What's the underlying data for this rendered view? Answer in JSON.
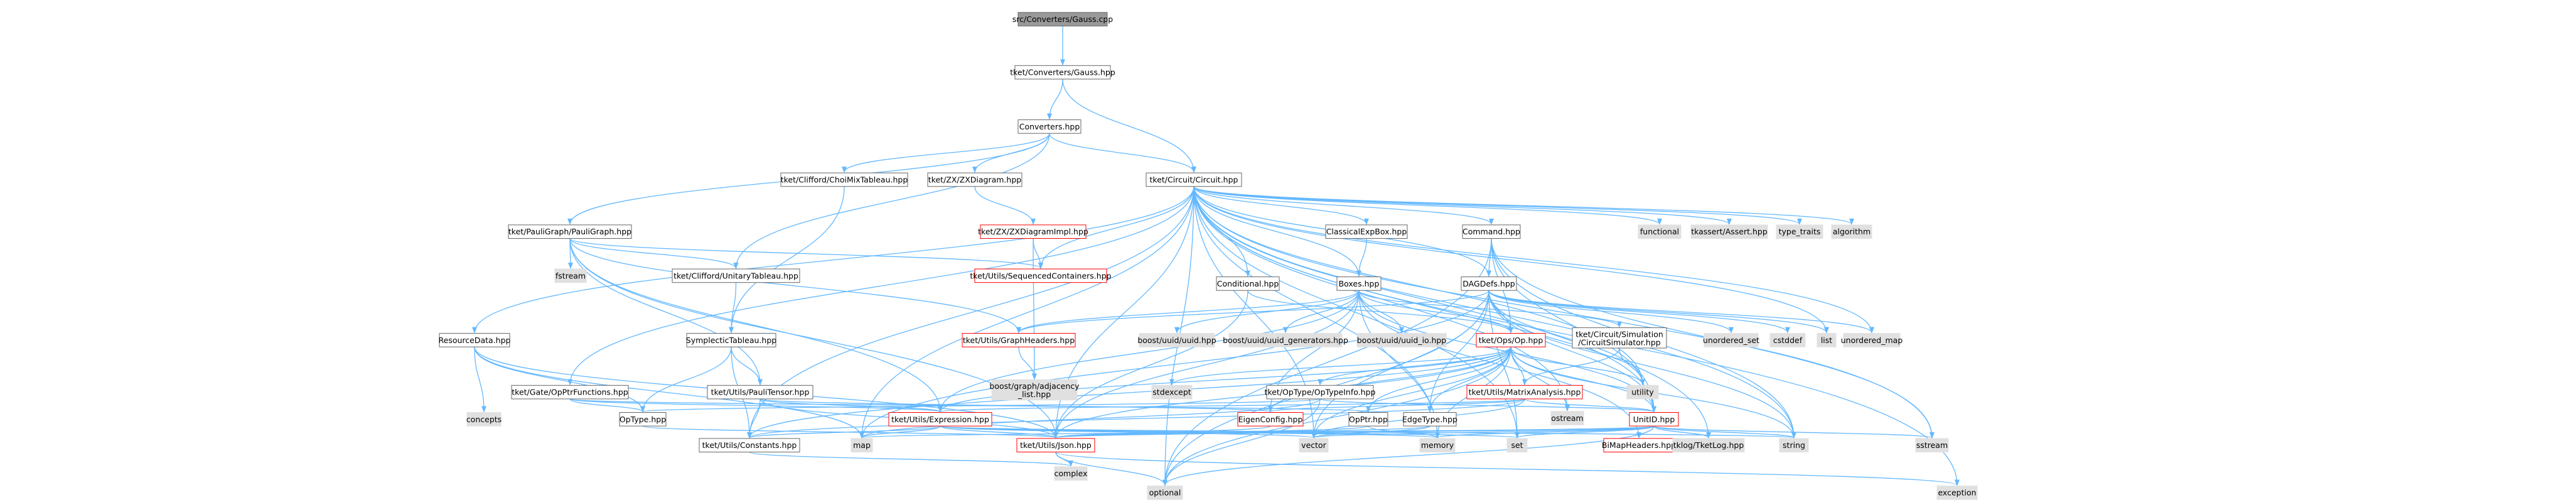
{
  "title": "src/Converters/Gauss.cpp",
  "colors": {
    "edge": "#63b8ff",
    "node_border": "#666666",
    "node_fill": "#ffffff",
    "root_fill": "#999999",
    "system_fill": "#e0e0e0",
    "red_border": "#ff0000",
    "text": "#000000"
  },
  "nodes": [
    {
      "id": "gauss_cpp",
      "label": "src/Converters/Gauss.cpp",
      "kind": "root"
    },
    {
      "id": "gauss_hpp",
      "label": "tket/Converters/Gauss.hpp",
      "kind": "normal"
    },
    {
      "id": "converters_hpp",
      "label": "Converters.hpp",
      "kind": "normal"
    },
    {
      "id": "circuit_hpp",
      "label": "tket/Circuit/Circuit.hpp",
      "kind": "normal"
    },
    {
      "id": "choimix",
      "label": "tket/Clifford/ChoiMixTableau.hpp",
      "kind": "normal"
    },
    {
      "id": "zxdiagram",
      "label": "tket/ZX/ZXDiagram.hpp",
      "kind": "normal"
    },
    {
      "id": "paulgraph",
      "label": "tket/PauliGraph/PauliGraph.hpp",
      "kind": "normal"
    },
    {
      "id": "zximpl",
      "label": "tket/ZX/ZXDiagramImpl.hpp",
      "kind": "red"
    },
    {
      "id": "seqcont",
      "label": "tket/Utils/SequencedContainers.hpp",
      "kind": "red"
    },
    {
      "id": "unitarytab",
      "label": "tket/Clifford/UnitaryTableau.hpp",
      "kind": "normal"
    },
    {
      "id": "fstream",
      "label": "fstream",
      "kind": "system"
    },
    {
      "id": "classicalexp",
      "label": "ClassicalExpBox.hpp",
      "kind": "normal"
    },
    {
      "id": "command",
      "label": "Command.hpp",
      "kind": "normal"
    },
    {
      "id": "functional",
      "label": "functional",
      "kind": "system"
    },
    {
      "id": "tkassert",
      "label": "tkassert/Assert.hpp",
      "kind": "system"
    },
    {
      "id": "type_traits",
      "label": "type_traits",
      "kind": "system"
    },
    {
      "id": "algorithm",
      "label": "algorithm",
      "kind": "system"
    },
    {
      "id": "boxes",
      "label": "Boxes.hpp",
      "kind": "normal"
    },
    {
      "id": "conditional",
      "label": "Conditional.hpp",
      "kind": "normal"
    },
    {
      "id": "dagdefs",
      "label": "DAGDefs.hpp",
      "kind": "normal"
    },
    {
      "id": "symplectic",
      "label": "SymplecticTableau.hpp",
      "kind": "normal"
    },
    {
      "id": "graphheaders",
      "label": "tket/Utils/GraphHeaders.hpp",
      "kind": "red"
    },
    {
      "id": "uuid",
      "label": "boost/uuid/uuid.hpp",
      "kind": "system"
    },
    {
      "id": "uuid_gen",
      "label": "boost/uuid/uuid_generators.hpp",
      "kind": "system"
    },
    {
      "id": "uuid_io",
      "label": "boost/uuid/uuid_io.hpp",
      "kind": "system"
    },
    {
      "id": "op_hpp",
      "label": "tket/Ops/Op.hpp",
      "kind": "red"
    },
    {
      "id": "circsim",
      "label": "tket/Circuit/Simulation\n/CircuitSimulator.hpp",
      "kind": "normal"
    },
    {
      "id": "unordered_set",
      "label": "unordered_set",
      "kind": "system"
    },
    {
      "id": "cstddef",
      "label": "cstddef",
      "kind": "system"
    },
    {
      "id": "list",
      "label": "list",
      "kind": "system"
    },
    {
      "id": "unordered_map",
      "label": "unordered_map",
      "kind": "system"
    },
    {
      "id": "resourcedata",
      "label": "ResourceData.hpp",
      "kind": "normal"
    },
    {
      "id": "opptrfuncs",
      "label": "tket/Gate/OpPtrFunctions.hpp",
      "kind": "normal"
    },
    {
      "id": "paulitensor",
      "label": "tket/Utils/PauliTensor.hpp",
      "kind": "normal"
    },
    {
      "id": "adjlist",
      "label": "boost/graph/adjacency\n_list.hpp",
      "kind": "system"
    },
    {
      "id": "stdexcept",
      "label": "stdexcept",
      "kind": "system"
    },
    {
      "id": "optypeinfo",
      "label": "tket/OpType/OpTypeInfo.hpp",
      "kind": "normal"
    },
    {
      "id": "matrixanalysis",
      "label": "tket/Utils/MatrixAnalysis.hpp",
      "kind": "red"
    },
    {
      "id": "utility",
      "label": "utility",
      "kind": "system"
    },
    {
      "id": "ostream",
      "label": "ostream",
      "kind": "system"
    },
    {
      "id": "concepts",
      "label": "concepts",
      "kind": "system"
    },
    {
      "id": "optype",
      "label": "OpType.hpp",
      "kind": "normal"
    },
    {
      "id": "expression",
      "label": "tket/Utils/Expression.hpp",
      "kind": "red"
    },
    {
      "id": "eigenconfig",
      "label": "EigenConfig.hpp",
      "kind": "red"
    },
    {
      "id": "opptr",
      "label": "OpPtr.hpp",
      "kind": "normal"
    },
    {
      "id": "edgetype",
      "label": "EdgeType.hpp",
      "kind": "normal"
    },
    {
      "id": "unitid",
      "label": "UnitID.hpp",
      "kind": "red"
    },
    {
      "id": "constants",
      "label": "tket/Utils/Constants.hpp",
      "kind": "normal"
    },
    {
      "id": "map",
      "label": "map",
      "kind": "system"
    },
    {
      "id": "json",
      "label": "tket/Utils/Json.hpp",
      "kind": "red"
    },
    {
      "id": "vector",
      "label": "vector",
      "kind": "system"
    },
    {
      "id": "memory",
      "label": "memory",
      "kind": "system"
    },
    {
      "id": "set",
      "label": "set",
      "kind": "system"
    },
    {
      "id": "bimap",
      "label": "BiMapHeaders.hpp",
      "kind": "red"
    },
    {
      "id": "tketlog",
      "label": "tklog/TketLog.hpp",
      "kind": "system"
    },
    {
      "id": "string",
      "label": "string",
      "kind": "system"
    },
    {
      "id": "sstream",
      "label": "sstream",
      "kind": "system"
    },
    {
      "id": "complex",
      "label": "complex",
      "kind": "system"
    },
    {
      "id": "optional",
      "label": "optional",
      "kind": "system"
    },
    {
      "id": "exception",
      "label": "exception",
      "kind": "system"
    }
  ],
  "edges": [
    [
      "gauss_cpp",
      "gauss_hpp"
    ],
    [
      "gauss_hpp",
      "converters_hpp"
    ],
    [
      "gauss_hpp",
      "circuit_hpp"
    ],
    [
      "converters_hpp",
      "circuit_hpp"
    ],
    [
      "converters_hpp",
      "choimix"
    ],
    [
      "converters_hpp",
      "zxdiagram"
    ],
    [
      "converters_hpp",
      "paulgraph"
    ],
    [
      "converters_hpp",
      "unitarytab"
    ],
    [
      "zxdiagram",
      "zximpl"
    ],
    [
      "zximpl",
      "seqcont"
    ],
    [
      "zximpl",
      "adjlist"
    ],
    [
      "choimix",
      "symplectic"
    ],
    [
      "paulgraph",
      "fstream"
    ],
    [
      "paulgraph",
      "unitarytab"
    ],
    [
      "paulgraph",
      "seqcont"
    ],
    [
      "paulgraph",
      "graphheaders"
    ],
    [
      "paulgraph",
      "paulitensor"
    ],
    [
      "paulgraph",
      "expression"
    ],
    [
      "paulgraph",
      "json"
    ],
    [
      "unitarytab",
      "symplectic"
    ],
    [
      "symplectic",
      "paulitensor"
    ],
    [
      "symplectic",
      "optype"
    ],
    [
      "symplectic",
      "constants"
    ],
    [
      "circuit_hpp",
      "classicalexp"
    ],
    [
      "circuit_hpp",
      "command"
    ],
    [
      "circuit_hpp",
      "functional"
    ],
    [
      "circuit_hpp",
      "tkassert"
    ],
    [
      "circuit_hpp",
      "type_traits"
    ],
    [
      "circuit_hpp",
      "algorithm"
    ],
    [
      "circuit_hpp",
      "boxes"
    ],
    [
      "circuit_hpp",
      "conditional"
    ],
    [
      "circuit_hpp",
      "dagdefs"
    ],
    [
      "circuit_hpp",
      "seqcont"
    ],
    [
      "circuit_hpp",
      "resourcedata"
    ],
    [
      "circuit_hpp",
      "opptrfuncs"
    ],
    [
      "circuit_hpp",
      "list"
    ],
    [
      "circuit_hpp",
      "unordered_map"
    ],
    [
      "circuit_hpp",
      "utility"
    ],
    [
      "circuit_hpp",
      "ostream"
    ],
    [
      "circuit_hpp",
      "vector"
    ],
    [
      "circuit_hpp",
      "map"
    ],
    [
      "circuit_hpp",
      "set"
    ],
    [
      "circuit_hpp",
      "memory"
    ],
    [
      "circuit_hpp",
      "string"
    ],
    [
      "circuit_hpp",
      "sstream"
    ],
    [
      "circuit_hpp",
      "optional"
    ],
    [
      "circuit_hpp",
      "exception"
    ],
    [
      "circuit_hpp",
      "tketlog"
    ],
    [
      "circuit_hpp",
      "unitid"
    ],
    [
      "circuit_hpp",
      "constants"
    ],
    [
      "circuit_hpp",
      "json"
    ],
    [
      "classicalexp",
      "boxes"
    ],
    [
      "command",
      "dagdefs"
    ],
    [
      "command",
      "op_hpp"
    ],
    [
      "command",
      "unitid"
    ],
    [
      "command",
      "sstream"
    ],
    [
      "command",
      "string"
    ],
    [
      "command",
      "optional"
    ],
    [
      "boxes",
      "graphheaders"
    ],
    [
      "boxes",
      "uuid"
    ],
    [
      "boxes",
      "uuid_gen"
    ],
    [
      "boxes",
      "uuid_io"
    ],
    [
      "boxes",
      "op_hpp"
    ],
    [
      "boxes",
      "circsim"
    ],
    [
      "boxes",
      "json"
    ],
    [
      "boxes",
      "memory"
    ],
    [
      "boxes",
      "unitid"
    ],
    [
      "boxes",
      "bimap"
    ],
    [
      "boxes",
      "expression"
    ],
    [
      "boxes",
      "eigenconfig"
    ],
    [
      "conditional",
      "op_hpp"
    ],
    [
      "conditional",
      "json"
    ],
    [
      "dagdefs",
      "op_hpp"
    ],
    [
      "dagdefs",
      "unordered_set"
    ],
    [
      "dagdefs",
      "cstddef"
    ],
    [
      "dagdefs",
      "list"
    ],
    [
      "dagdefs",
      "unordered_map"
    ],
    [
      "dagdefs",
      "utility"
    ],
    [
      "dagdefs",
      "edgetype"
    ],
    [
      "dagdefs",
      "unitid"
    ],
    [
      "dagdefs",
      "graphheaders"
    ],
    [
      "dagdefs",
      "string"
    ],
    [
      "dagdefs",
      "set"
    ],
    [
      "dagdefs",
      "vector"
    ],
    [
      "dagdefs",
      "optional"
    ],
    [
      "dagdefs",
      "map"
    ],
    [
      "graphheaders",
      "adjlist"
    ],
    [
      "op_hpp",
      "stdexcept"
    ],
    [
      "op_hpp",
      "optypeinfo"
    ],
    [
      "op_hpp",
      "matrixanalysis"
    ],
    [
      "op_hpp",
      "utility"
    ],
    [
      "op_hpp",
      "ostream"
    ],
    [
      "op_hpp",
      "expression"
    ],
    [
      "op_hpp",
      "eigenconfig"
    ],
    [
      "op_hpp",
      "opptr"
    ],
    [
      "op_hpp",
      "edgetype"
    ],
    [
      "op_hpp",
      "unitid"
    ],
    [
      "op_hpp",
      "json"
    ],
    [
      "op_hpp",
      "vector"
    ],
    [
      "op_hpp",
      "memory"
    ],
    [
      "op_hpp",
      "string"
    ],
    [
      "op_hpp",
      "optional"
    ],
    [
      "op_hpp",
      "constants"
    ],
    [
      "circsim",
      "utility"
    ],
    [
      "circsim",
      "matrixanalysis"
    ],
    [
      "resourcedata",
      "concepts"
    ],
    [
      "resourcedata",
      "optype"
    ],
    [
      "resourcedata",
      "map"
    ],
    [
      "resourcedata",
      "json"
    ],
    [
      "opptrfuncs",
      "optype"
    ],
    [
      "opptrfuncs",
      "expression"
    ],
    [
      "opptrfuncs",
      "opptr"
    ],
    [
      "paulitensor",
      "constants"
    ],
    [
      "paulitensor",
      "expression"
    ],
    [
      "paulitensor",
      "json"
    ],
    [
      "paulitensor",
      "eigenconfig"
    ],
    [
      "optypeinfo",
      "optype"
    ],
    [
      "optypeinfo",
      "unitid"
    ],
    [
      "optypeinfo",
      "map"
    ],
    [
      "optypeinfo",
      "optional"
    ],
    [
      "matrixanalysis",
      "eigenconfig"
    ],
    [
      "matrixanalysis",
      "unitid"
    ],
    [
      "matrixanalysis",
      "vector"
    ],
    [
      "matrixanalysis",
      "expression"
    ],
    [
      "matrixanalysis",
      "constants"
    ],
    [
      "optype",
      "json"
    ],
    [
      "expression",
      "constants"
    ],
    [
      "expression",
      "json"
    ],
    [
      "expression",
      "set"
    ],
    [
      "expression",
      "memory"
    ],
    [
      "expression",
      "string"
    ],
    [
      "expression",
      "map"
    ],
    [
      "expression",
      "vector"
    ],
    [
      "eigenconfig",
      "json"
    ],
    [
      "opptr",
      "memory"
    ],
    [
      "opptr",
      "json"
    ],
    [
      "edgetype",
      "vector"
    ],
    [
      "edgetype",
      "json"
    ],
    [
      "unitid",
      "json"
    ],
    [
      "unitid",
      "bimap"
    ],
    [
      "unitid",
      "tketlog"
    ],
    [
      "unitid",
      "string"
    ],
    [
      "unitid",
      "sstream"
    ],
    [
      "unitid",
      "set"
    ],
    [
      "unitid",
      "memory"
    ],
    [
      "unitid",
      "vector"
    ],
    [
      "unitid",
      "optional"
    ],
    [
      "unitid",
      "map"
    ],
    [
      "constants",
      "complex"
    ],
    [
      "json",
      "optional"
    ],
    [
      "json",
      "exception"
    ],
    [
      "json",
      "complex"
    ]
  ]
}
